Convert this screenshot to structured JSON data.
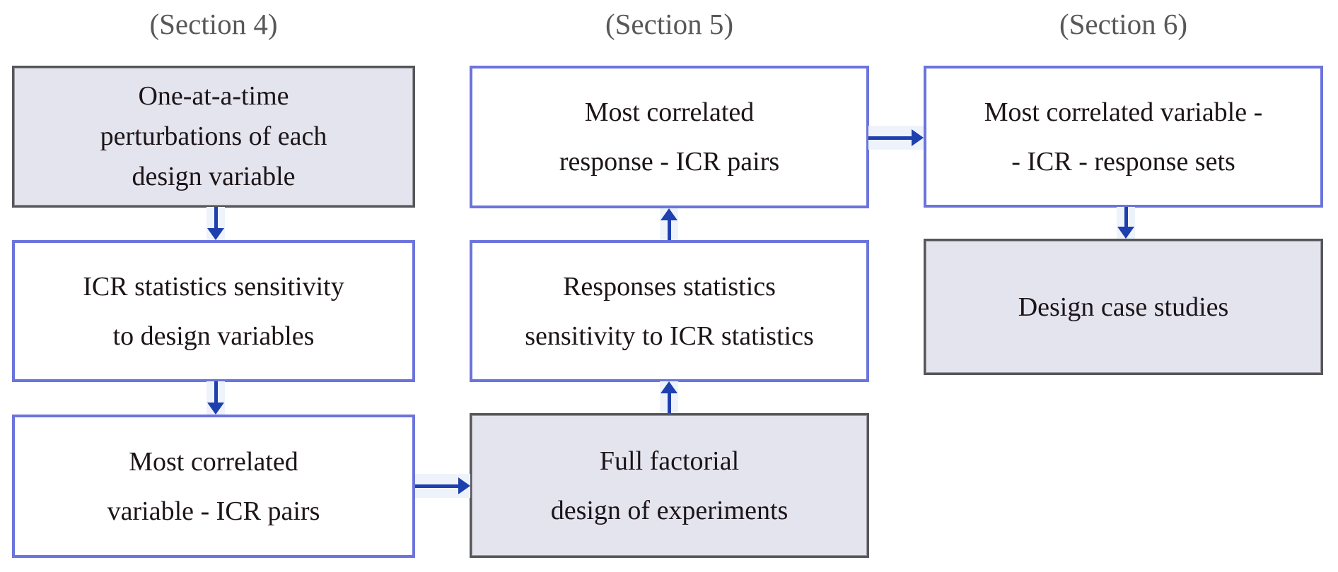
{
  "figure": {
    "sections": [
      {
        "label": "(Section 4)"
      },
      {
        "label": "(Section 5)"
      },
      {
        "label": "(Section 6)"
      }
    ],
    "boxes": [
      {
        "name": "one-at-a-time-perturbations",
        "style": "filled-lavender",
        "lines": [
          "One-at-a-time",
          "perturbations of each",
          "design variable"
        ]
      },
      {
        "name": "icr-statistics-sensitivity",
        "style": "blue-outline",
        "lines": [
          "ICR statistics sensitivity",
          "to design variables"
        ]
      },
      {
        "name": "most-correlated-variable-icr-pairs",
        "style": "blue-outline",
        "lines": [
          "Most correlated",
          "variable - ICR pairs"
        ]
      },
      {
        "name": "most-correlated-response-icr-pairs",
        "style": "blue-outline",
        "lines": [
          "Most correlated",
          "response - ICR pairs"
        ]
      },
      {
        "name": "responses-statistics-sensitivity",
        "style": "blue-outline",
        "lines": [
          "Responses statistics",
          "sensitivity to ICR statistics"
        ]
      },
      {
        "name": "full-factorial-doe",
        "style": "filled-lavender",
        "lines": [
          "Full factorial",
          "design of experiments"
        ]
      },
      {
        "name": "most-correlated-variable-icr-response-sets",
        "style": "blue-outline",
        "lines": [
          "Most correlated variable -",
          "- ICR - response sets"
        ]
      },
      {
        "name": "design-case-studies",
        "style": "filled-lavender",
        "lines": [
          "Design case studies"
        ]
      }
    ],
    "arrows": [
      {
        "from": "one-at-a-time-perturbations",
        "to": "icr-statistics-sensitivity",
        "direction": "down"
      },
      {
        "from": "icr-statistics-sensitivity",
        "to": "most-correlated-variable-icr-pairs",
        "direction": "down"
      },
      {
        "from": "most-correlated-variable-icr-pairs",
        "to": "full-factorial-doe",
        "direction": "right"
      },
      {
        "from": "full-factorial-doe",
        "to": "responses-statistics-sensitivity",
        "direction": "up"
      },
      {
        "from": "responses-statistics-sensitivity",
        "to": "most-correlated-response-icr-pairs",
        "direction": "up"
      },
      {
        "from": "most-correlated-response-icr-pairs",
        "to": "most-correlated-variable-icr-response-sets",
        "direction": "right"
      },
      {
        "from": "most-correlated-variable-icr-response-sets",
        "to": "design-case-studies",
        "direction": "down"
      }
    ],
    "colors": {
      "blue_border": "#6b74dc",
      "gray_border": "#55555a",
      "lavender_fill": "#e4e4ee",
      "white_fill": "#ffffff",
      "arrow": "#1e3fae",
      "arrow_halo": "#eef3fb",
      "section_label": "#58585a",
      "text": "#1c1418",
      "background": "#ffffff"
    }
  }
}
